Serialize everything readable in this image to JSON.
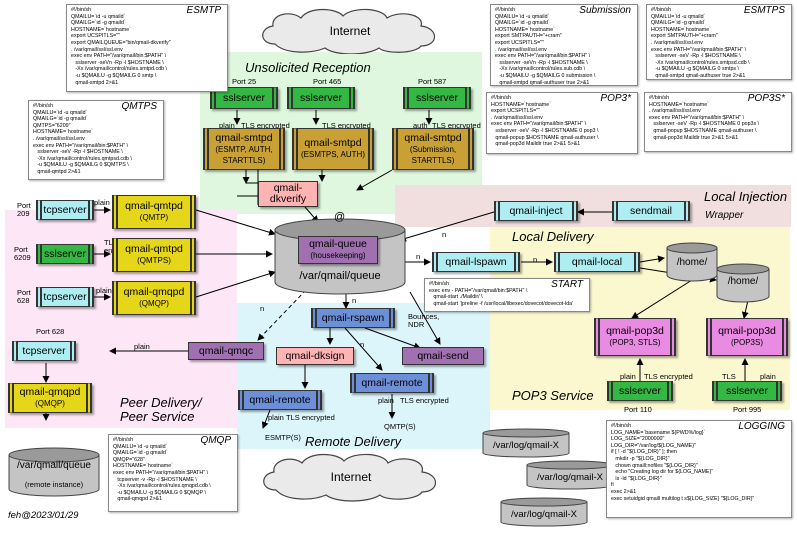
{
  "regions": {
    "unsolicited": "Unsolicited Reception",
    "local_injection": "Local Injection",
    "local_delivery": "Local Delivery",
    "peer": "Peer Delivery/\nPeer Service",
    "remote": "Remote Delivery",
    "pop3": "POP3 Service"
  },
  "clouds": {
    "top": "Internet",
    "bottom": "Internet"
  },
  "boxes": {
    "sslserver_25": "sslserver",
    "sslserver_465": "sslserver",
    "sslserver_587": "sslserver",
    "smtpd_1": "qmail-smtpd",
    "smtpd_1_sub": "(ESMTP, AUTH, STARTTLS)",
    "smtpd_2": "qmail-smtpd",
    "smtpd_2_sub": "(ESMTPS, AUTH)",
    "smtpd_3": "qmail-smtpd",
    "smtpd_3_sub": "(Submission, STARTTLS)",
    "dkverify": "qmail-\ndkverify",
    "tcpserver_209": "tcpserver",
    "sslserver_6209": "sslserver",
    "tcpserver_628": "tcpserver",
    "qmtpd_1": "qmail-qmtpd",
    "qmtpd_1_sub": "(QMTP)",
    "qmtpd_2": "qmail-qmtpd",
    "qmtpd_2_sub": "(QMTPS)",
    "qmqpd": "qmail-qmqpd",
    "qmqpd_sub": "(QMQP)",
    "queue": "qmail-queue",
    "queue_sub": "(housekeeping)",
    "inject": "qmail-inject",
    "sendmail": "sendmail",
    "lspawn": "qmail-lspawn",
    "local": "qmail-local",
    "rspawn": "qmail-rspawn",
    "dksign": "qmail-dksign",
    "send": "qmail-send",
    "remote_1": "qmail-remote",
    "remote_2": "qmail-remote",
    "qmqc": "qmail-qmqc",
    "tcpserver_peer": "tcpserver",
    "qmqpd_peer": "qmail-qmqpd",
    "qmqpd_peer_sub": "(QMQP)",
    "pop3d_1": "qmail-pop3d",
    "pop3d_1_sub": "(POP3, STLS)",
    "pop3d_2": "qmail-pop3d",
    "pop3d_2_sub": "(POP3S)",
    "sslserver_110": "sslserver",
    "sslserver_995": "sslserver"
  },
  "cylinders": {
    "main_queue": "/var/qmail/queue",
    "home_1": "/home/",
    "home_2": "/home/",
    "remote_queue": "/var/qmail/queue",
    "remote_queue_sub": "(remote instance)",
    "log_1": "/var/log/qmail-X",
    "log_2": "/var/log/qmail-X",
    "log_3": "/var/log/qmail-X"
  },
  "labels": {
    "port25": "Port 25",
    "port465": "Port 465",
    "port587": "Port 587",
    "plain_a": "plain",
    "tls_a": "TLS encrypted",
    "tls_b": "TLS encrypted",
    "auth": "auth",
    "tls_c": "TLS encrypted",
    "port209": "Port\n209",
    "port6209": "Port\n6209",
    "port628": "Port\n628",
    "plain_b": "plain",
    "tls_d": "TLS\nencrypted",
    "plain_c": "plain",
    "at": "@",
    "n1": "n",
    "n2": "n",
    "n3": "n",
    "n4": "n",
    "n5": "n",
    "n6": "n",
    "bounces": "Bounces,\nNDR",
    "wrapper": "Wrapper",
    "port628b": "Port 628",
    "plain_d": "plain",
    "plain_e": "plain",
    "tls_e": "TLS encrypted",
    "esmtps_out": "ESMTP(S)",
    "plain_f": "plain",
    "tls_f": "TLS encrypted",
    "qmtps_out": "QMTP(S)",
    "plain_g": "plain",
    "tls_g": "TLS encrypted",
    "tls_h": "TLS",
    "plain_h": "plain",
    "port110": "Port 110",
    "port995": "Port 995",
    "plain_top": "plain",
    "credit": "feh@2023/01/29"
  },
  "scripts": {
    "esmtp": {
      "title": "ESMTP",
      "lines": [
        "#!/bin/sh",
        "QMAILU=`id -u qmaild`",
        "QMAILG=`id -g qmaild`",
        "HOSTNAME=`hostname`",
        "export UCSPITLS=\"\"",
        "export QMAILQUEUE=\"bin/qmail-dkverify\"",
        ". /var/qmail/ssl/ssl.env",
        "exec env PATH=\"/var/qmail/bin:$PATH\" \\",
        "   sslserver -seVn -Rp -l $HOSTNAME \\",
        "   -Xx /var/qmail/control/rules.smtpd.cdb \\",
        "   -u $QMAILU -g $QMAILG 0 smtp \\",
        "   qmail-smtpd 2>&1"
      ]
    },
    "submission": {
      "title": "Submission",
      "lines": [
        "#!/bin/sh",
        "QMAILU=`id -u qmaild`",
        "QMAILG=`id -g qmaild`",
        "HOSTNAME=`hostname`",
        "export SMTPAUTH=\"+cram\"",
        "export UCSPITLS=\"\"",
        ". /var/qmail/ssl/ssl.env",
        "exec env PATH=\"/var/qmail/bin:$PATH\" \\",
        "   sslserver -seVn -Rp -l $HOSTNAME \\",
        "   -Xx /var/qmail/control/rules.sub.cdb \\",
        "   -u $QMAILU -g $QMAILG 0 submission \\",
        "   qmail-smtpd qmail-authuser true 2>&1"
      ]
    },
    "esmtps": {
      "title": "ESMTPS",
      "lines": [
        "#!/bin/sh",
        "QMAILU=`id -u qmaild`",
        "QMAILG=`id -g qmaild`",
        "HOSTNAME=`hostname`",
        "export SMTPAUTH=\"+cram\"",
        ". /var/qmail/ssl/ssl.env",
        "exec env PATH=\"/var/qmail/bin:$PATH\" \\",
        "   sslserver -seV -Rp -l $HOSTNAME \\",
        "   -Xx /var/qmail/control/rules.smtpsd.cdb \\",
        "   -u $QMAILU -g $QMAILG 0 smtps \\",
        "   qmail-smtpd qmail-authuser true 2>&1"
      ]
    },
    "qmtps": {
      "title": "QMTPS",
      "lines": [
        "#!/bin/sh",
        "QMAILU=`id -u qmaild`",
        "QMAILG=`id -g qmaild`",
        "QMTPS=\"6209\"",
        "HOSTNAME=`hostname`",
        ". /var/qmail/ssl/ssl.env",
        "exec env PATH=\"/var/qmail/bin:$PATH\" \\",
        "   sslserver -seV -Rp -l $HOSTNAME \\",
        "   -Xx /var/qmail/control/rules.qmtpsd.cdb \\",
        "   -u $QMAILU -g $QMAILG 0 $QMTPS \\",
        "   qmail-qmtpd 2>&1"
      ]
    },
    "pop3": {
      "title": "POP3*",
      "lines": [
        "#!/bin/sh",
        "HOSTNAME=`hostname`",
        "export UCSPITLS=\"\"",
        ". /var/qmail/ssl/ssl.env",
        "exec env PATH=\"/var/qmail/bin:$PATH\" \\",
        "   sslserver -seV -Rp -l $HOSTNAME 0 pop3 \\",
        "   qmail-popup $HOSTNAME qmail-authuser \\",
        "   qmail-pop3d Maildir true 2>&1 5>&1"
      ]
    },
    "pop3s": {
      "title": "POP3S*",
      "lines": [
        "#!/bin/sh",
        "HOSTNAME=`hostname`",
        ". /var/qmail/ssl/ssl.env",
        "exec env PATH=\"/var/qmail/bin:$PATH\" \\",
        "   sslserver -seV -Rp -l $HOSTNAME 0 pop3s \\",
        "   qmail-popup $HOSTNAME qmail-authuser \\",
        "   qmail-pop3d Maildir true 2>&1 5>&1"
      ]
    },
    "start": {
      "title": "START",
      "lines": [
        "#!/bin/sh",
        "exec env - PATH=\"/var/qmail/bin:$PATH\" \\",
        "   qmail-start ./Maildir/ \\",
        "   qmail-start '|preline -f /usr/local/libexec/dovecot/dovecot-lda'"
      ]
    },
    "qmqp": {
      "title": "QMQP",
      "lines": [
        "#!/bin/sh",
        "QMAILU=`id -u qmaild`",
        "QMAILG=`id -g qmaild`",
        "QMQP=\"628\"",
        "HOSTNAME=`hostname`",
        "exec env PATH=\"/var/qmail/bin:$PATH\" \\",
        "   tcpserver -v -Rp -l $HOSTNAME \\",
        "   -Xx /var/qmail/control/rules.qmqpd.cdb \\",
        "   -u $QMAILU -g $QMAILG 0 $QMQP \\",
        "   qmail-qmqpd 2>&1"
      ]
    },
    "logging": {
      "title": "LOGGING",
      "lines": [
        "#!/bin/sh",
        "LOG_NAME=`basename ${PWD%/log}`",
        "LOG_SIZE=\"2000000\"",
        "LOG_DIR=\"/var/log/${LOG_NAME}\"",
        "if [ ! -d \"${LOG_DIR}\" ]; then",
        "   mkdir -p \"${LOG_DIR}\"",
        "   chown qmaill:nofiles \"${LOG_DIR}\"",
        "   echo \"Creating log dir for ${LOG_NAME}\"",
        "   ls -ld \"${LOG_DIR}\"",
        "fi",
        "exec 2>&1",
        "exec setuidgid qmaill multilog t s${LOG_SIZE} \"${LOG_DIR}\""
      ]
    }
  }
}
